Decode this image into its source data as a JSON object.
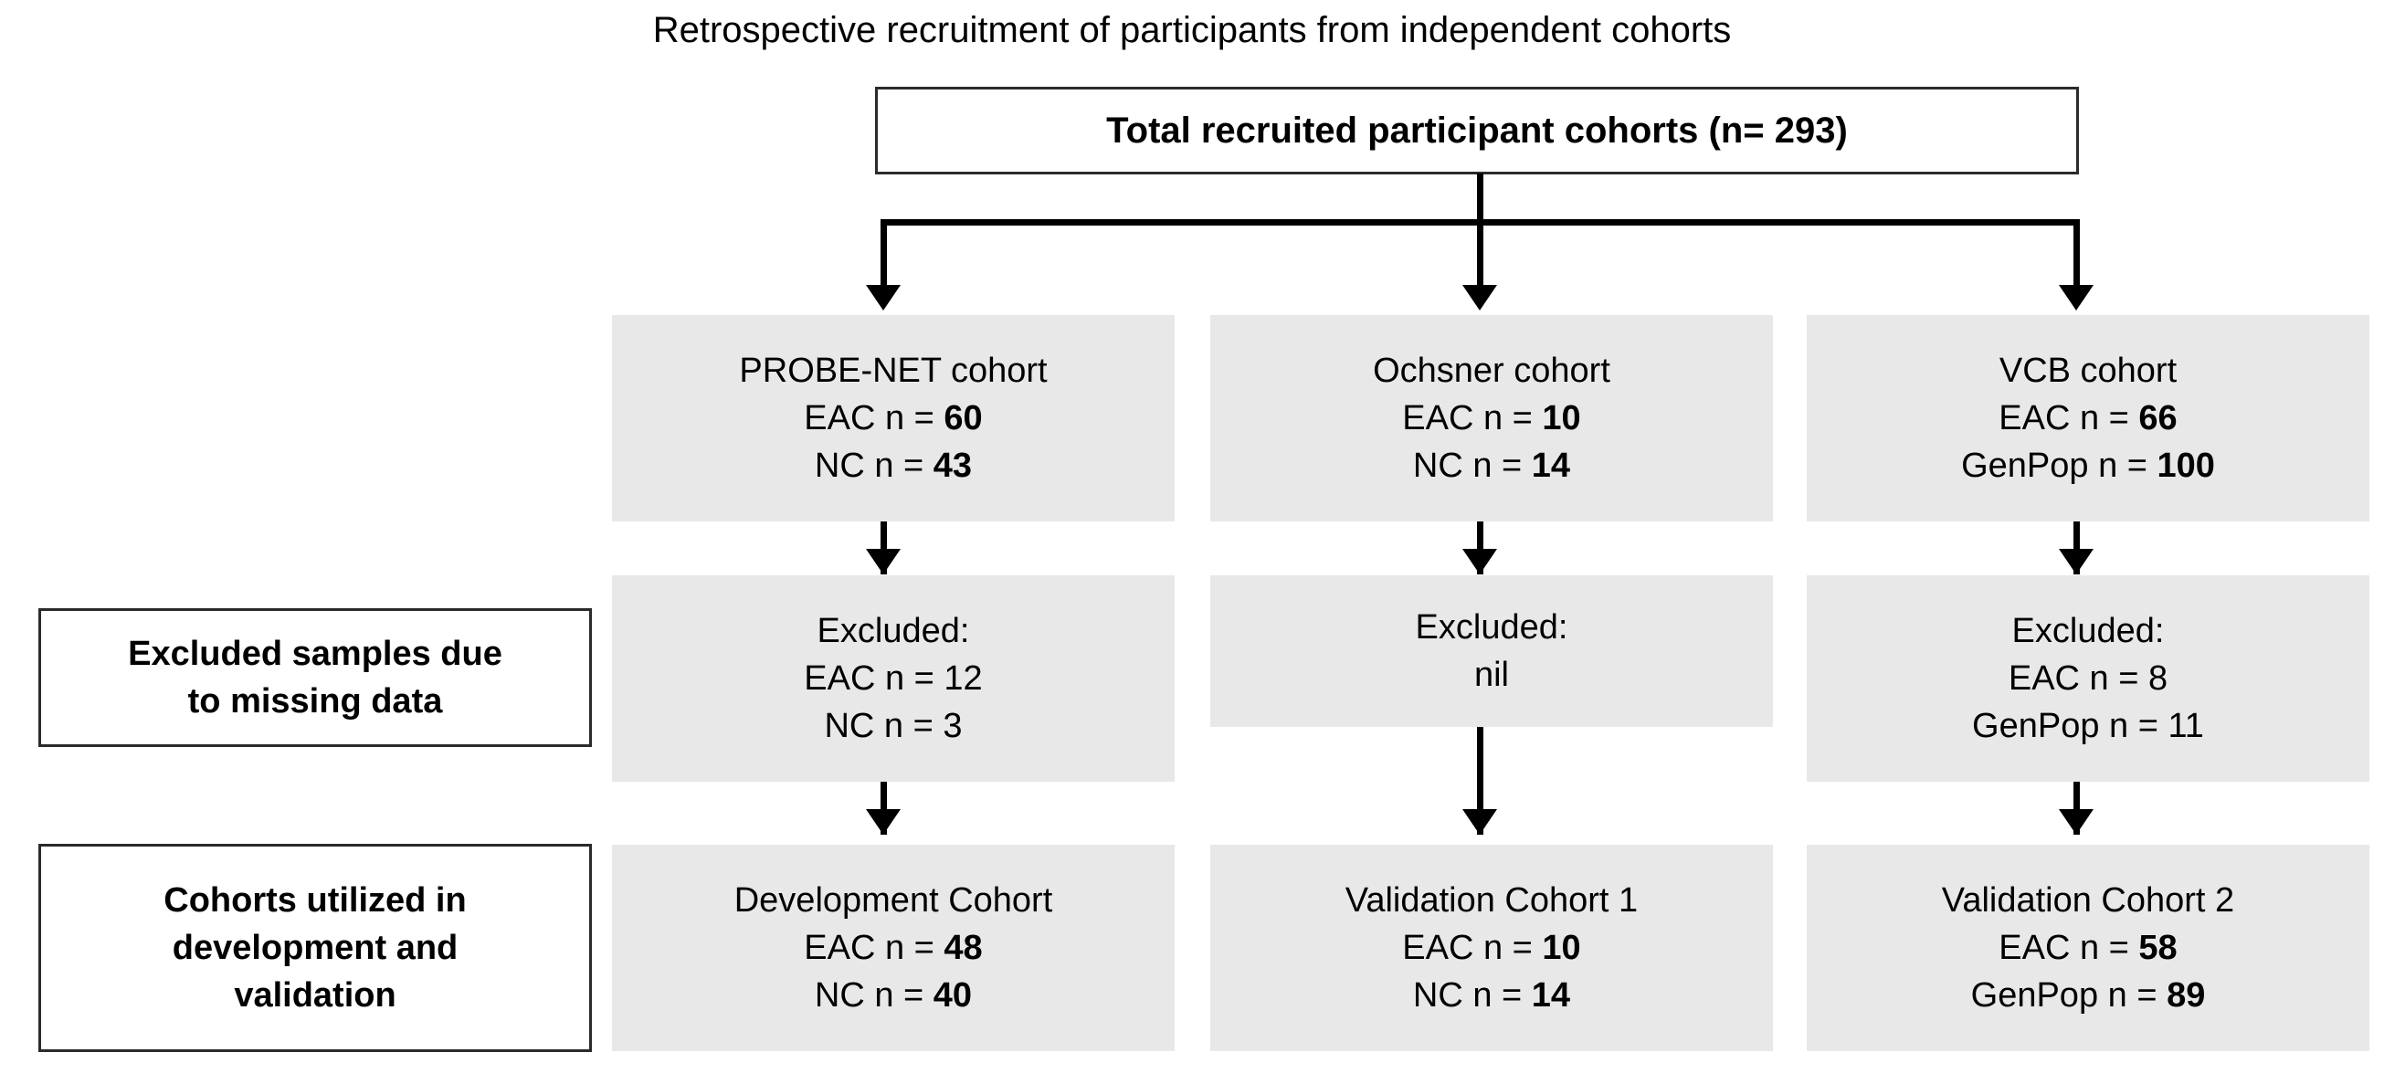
{
  "figure": {
    "title": "Retrospective recruitment of participants from independent cohorts"
  },
  "top_box": {
    "label": "Total recruited participant cohorts (n= 293)"
  },
  "row_labels": {
    "excluded": {
      "line1": "Excluded samples due",
      "line2": "to missing data"
    },
    "utilized": {
      "line1": "Cohorts utilized in",
      "line2": "development and",
      "line3": "validation"
    }
  },
  "columns": [
    {
      "id": "probe-net",
      "source": {
        "title": "PROBE-NET cohort",
        "rows": [
          {
            "label": "EAC n = ",
            "value": "60"
          },
          {
            "label": "NC n = ",
            "value": "43"
          }
        ]
      },
      "excluded": {
        "title": "Excluded:",
        "rows": [
          {
            "label": "EAC n = ",
            "value": "12"
          },
          {
            "label": "NC n = ",
            "value": "3"
          }
        ]
      },
      "final": {
        "title": "Development Cohort",
        "rows": [
          {
            "label": "EAC n = ",
            "value": "48"
          },
          {
            "label": "NC n = ",
            "value": "40"
          }
        ]
      }
    },
    {
      "id": "ochsner",
      "source": {
        "title": "Ochsner cohort",
        "rows": [
          {
            "label": "EAC n = ",
            "value": "10"
          },
          {
            "label": "NC n = ",
            "value": "14"
          }
        ]
      },
      "excluded": {
        "title": "Excluded:",
        "rows": [
          {
            "label": "nil",
            "value": ""
          }
        ]
      },
      "final": {
        "title": "Validation Cohort 1",
        "rows": [
          {
            "label": "EAC n = ",
            "value": "10"
          },
          {
            "label": "NC n = ",
            "value": "14"
          }
        ]
      }
    },
    {
      "id": "vcb",
      "source": {
        "title": "VCB cohort",
        "rows": [
          {
            "label": "EAC n = ",
            "value": "66"
          },
          {
            "label": "GenPop n = ",
            "value": "100"
          }
        ]
      },
      "excluded": {
        "title": "Excluded:",
        "rows": [
          {
            "label": "EAC n = ",
            "value": "8"
          },
          {
            "label": "GenPop n = ",
            "value": "11"
          }
        ]
      },
      "final": {
        "title": "Validation Cohort 2",
        "rows": [
          {
            "label": "EAC n = ",
            "value": "58"
          },
          {
            "label": "GenPop n = ",
            "value": "89"
          }
        ]
      }
    }
  ],
  "colors": {
    "box_fill": "#e8e8e8",
    "outline": "#2b2b2b",
    "connector": "#000000",
    "background": "#ffffff"
  }
}
